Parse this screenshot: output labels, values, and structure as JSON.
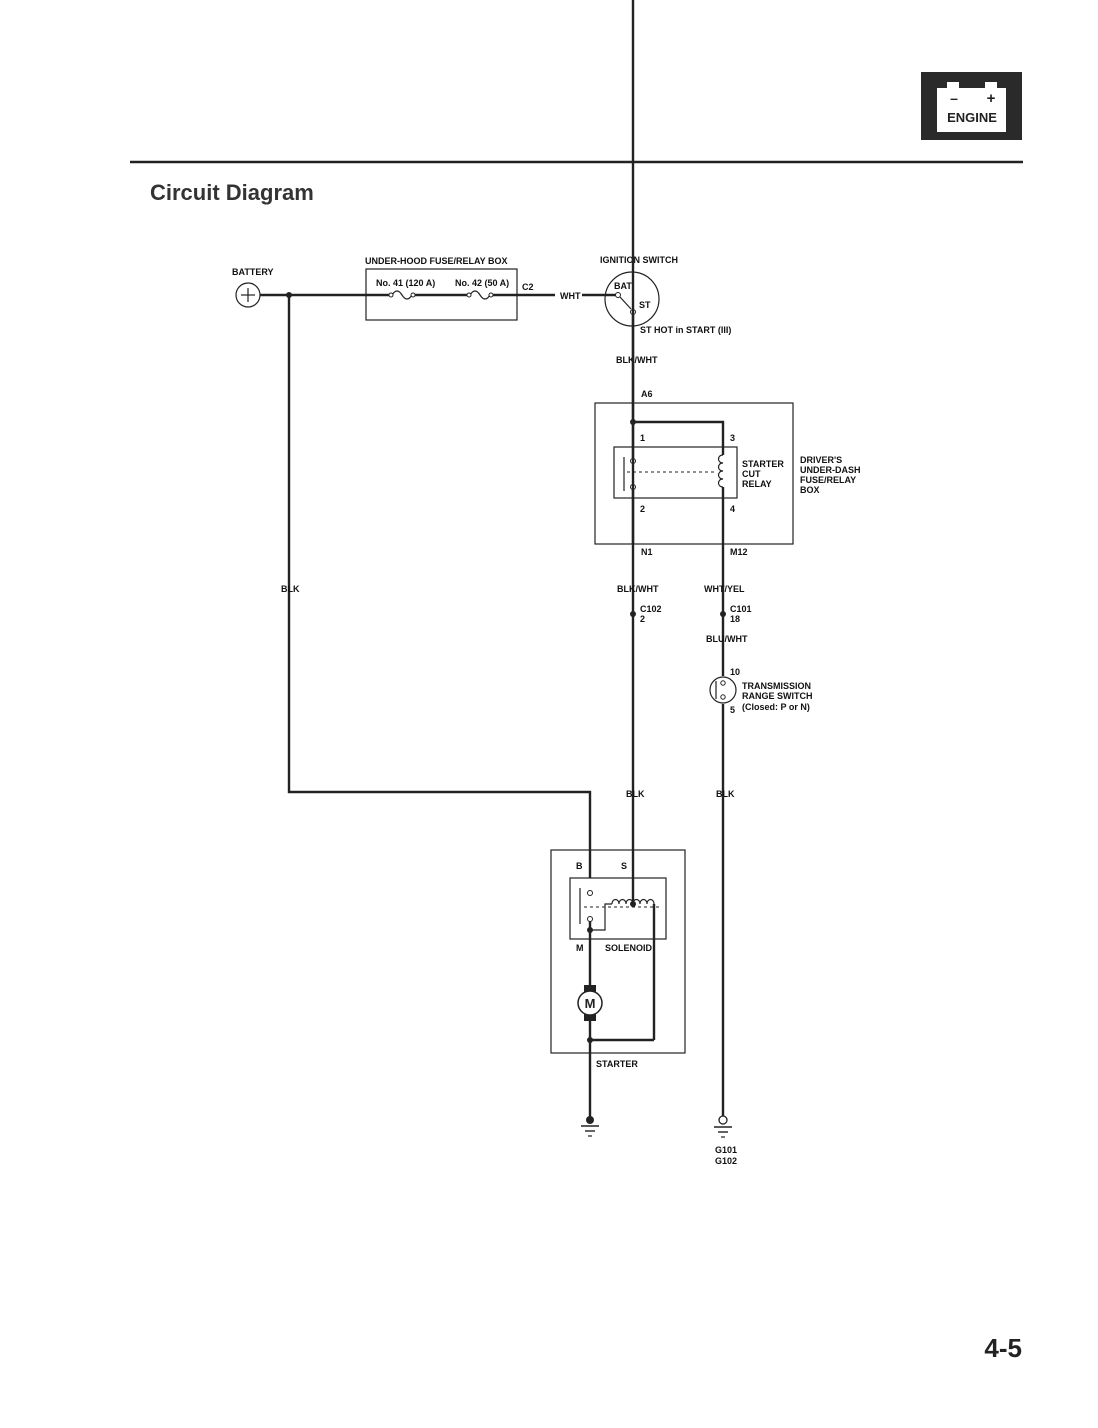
{
  "header": {
    "section_title": "Circuit Diagram",
    "badge": {
      "label": "ENGINE",
      "minus": "–",
      "plus": "+"
    },
    "badge_colors": {
      "bg": "#2a2a2a",
      "fg": "#ffffff"
    }
  },
  "page_number": "4-5",
  "components": {
    "battery": "BATTERY",
    "fuse_box": "UNDER-HOOD FUSE/RELAY BOX",
    "fuse_41": "No. 41 (120 A)",
    "fuse_42": "No. 42 (50 A)",
    "fuse_connector": "C2",
    "ignition_switch": "IGNITION SWITCH",
    "ign_bat": "BAT",
    "ign_st": "ST",
    "ign_note": "ST HOT in START (III)",
    "relay_line1": "STARTER",
    "relay_line2": "CUT",
    "relay_line3": "RELAY",
    "dash_box_line1": "DRIVER'S",
    "dash_box_line2": "UNDER-DASH",
    "dash_box_line3": "FUSE/RELAY",
    "dash_box_line4": "BOX",
    "relay_pin1": "1",
    "relay_pin2": "2",
    "relay_pin3": "3",
    "relay_pin4": "4",
    "dash_a6": "A6",
    "dash_n1": "N1",
    "dash_m12": "M12",
    "c102": "C102",
    "c102_pin": "2",
    "c101": "C101",
    "c101_pin": "18",
    "trs_line1": "TRANSMISSION",
    "trs_line2": "RANGE SWITCH",
    "trs_line3": "(Closed: P or N)",
    "trs_pin10": "10",
    "trs_pin5": "5",
    "starter_b": "B",
    "starter_s": "S",
    "starter_m": "M",
    "solenoid": "SOLENOID",
    "motor": "M",
    "starter": "STARTER",
    "ground1": "G101",
    "ground2": "G102"
  },
  "wires": {
    "wht": "WHT",
    "blk_wht_top": "BLK/WHT",
    "blk_wht_mid": "BLK/WHT",
    "wht_yel": "WHT/YEL",
    "blu_wht": "BLU/WHT",
    "blk_left": "BLK",
    "blk_s": "BLK",
    "blk_right": "BLK"
  }
}
